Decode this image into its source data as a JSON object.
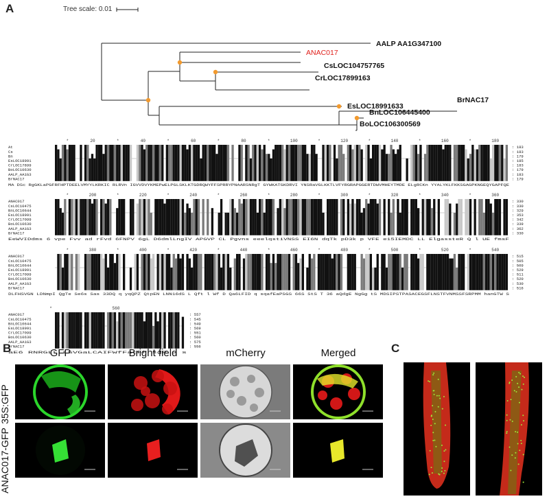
{
  "panels": {
    "a": "A",
    "b": "B",
    "c": "C"
  },
  "tree": {
    "scale_label": "Tree scale: 0.01",
    "leaves": [
      {
        "label": "AALP AA1G347100",
        "color": "#111111",
        "bold": true
      },
      {
        "label": "ANAC017",
        "color": "#e0211c",
        "bold": false
      },
      {
        "label": "CsLOC104757765",
        "color": "#111111",
        "bold": true
      },
      {
        "label": "CrLOC17899163",
        "color": "#111111",
        "bold": true
      },
      {
        "label": "EsLOC18991633",
        "color": "#111111",
        "bold": true
      },
      {
        "label": "BrNAC17",
        "color": "#111111",
        "bold": true
      },
      {
        "label": "BnLOC106445400",
        "color": "#111111",
        "bold": true
      },
      {
        "label": "BoLOC106300569",
        "color": "#111111",
        "bold": true
      }
    ],
    "node_color": "#f29a2e"
  },
  "alignment": {
    "blocks": [
      {
        "names": [
          "At",
          "Cs",
          "Bn",
          "EsLOC18991",
          "CrLOC17899",
          "BoLOC10630",
          "AALP_AA1G3",
          "BrNAC17"
        ],
        "counts": [
          "183",
          "183",
          "179",
          "185",
          "183",
          "179",
          "183",
          "179"
        ],
        "ruler": [
          "20",
          "40",
          "60",
          "80",
          "100",
          "120",
          "140",
          "160",
          "180"
        ],
        "consensus": "MA  DSc RgGKLaPGFRFHPTDEELVMYYLKRKIC  RLRVn IGVVDVYKMEPwELPGLSKLKTGDRQWYFFSPRRYPNAARSNRgT  GYWKATGKDRVI YNSRaVGLKKTLVFYRGRAPGGERTDWVMHEYTMDE ELgRCKn  YYALYKLFKKSGAGPKNGEQYGAPFQE"
      },
      {
        "names": [
          "ANAC017",
          "CsLOC10475",
          "BnLOC10644",
          "EsLOC18991",
          "CrLOC17099",
          "BoLOC10630",
          "AALP_AA1G3",
          "BrNAC17"
        ],
        "counts": [
          "330",
          "330",
          "329",
          "353",
          "342",
          "339",
          "362",
          "330"
        ],
        "ruler": [
          "200",
          "220",
          "240",
          "260",
          "280",
          "300",
          "320",
          "340",
          "360"
        ],
        "consensus": "EeWVIDdms  6 vpe Fvv  ad rFvd   6FNPV 6gL D6dmlLngIV APGVP CL   Pgvns eeelqstiVNSS   EI6N dqTk pD3k   p VFE e15IEMDC LL  ElgassteR  Q l UE  fmsF"
      },
      {
        "names": [
          "ANAC017",
          "CsLOC10475",
          "BnLOC10644",
          "EsLOC18991",
          "CrLOC17099",
          "BoLOC10630",
          "AALP_AA1G3",
          "BrNAC17"
        ],
        "counts": [
          "515",
          "505",
          "509",
          "529",
          "511",
          "520",
          "530",
          "516"
        ],
        "ruler": [
          "380",
          "400",
          "420",
          "440",
          "460",
          "480",
          "500",
          "520",
          "540"
        ],
        "consensus": "DLFHSVGN LDNmpI QgTe   Se6s Sas 33DQ  q  yqQPZ QtpEN  LNN16dS L Qft l Wf D Qa6LFID q   sqafEaPSGS 66S StS T 36 aQdgE NgGg tS MDSIPSTPASACEGSFLNSTFVNMSSFSRPMM   hanGTW   S"
      },
      {
        "names": [
          "ANAC017",
          "CsLOC10475",
          "BnLOC10644",
          "EsLOC18991",
          "CrLOC17099",
          "BoLOC10630",
          "AALP_AA1G3",
          "BrNAC17"
        ],
        "counts": [
          "557",
          "545",
          "549",
          "569",
          "551",
          "560",
          "575",
          "556"
        ],
        "ruler": [
          "560"
        ],
        "consensus": "aE6  RNRGLLLLSVGaLCAIFWfFatFr sgR G s"
      }
    ]
  },
  "micro": {
    "columns": [
      "GFP",
      "Bright field",
      "mCherry",
      "Merged"
    ],
    "rows": [
      "35S:GFP",
      "ANAC017-GFP"
    ]
  }
}
